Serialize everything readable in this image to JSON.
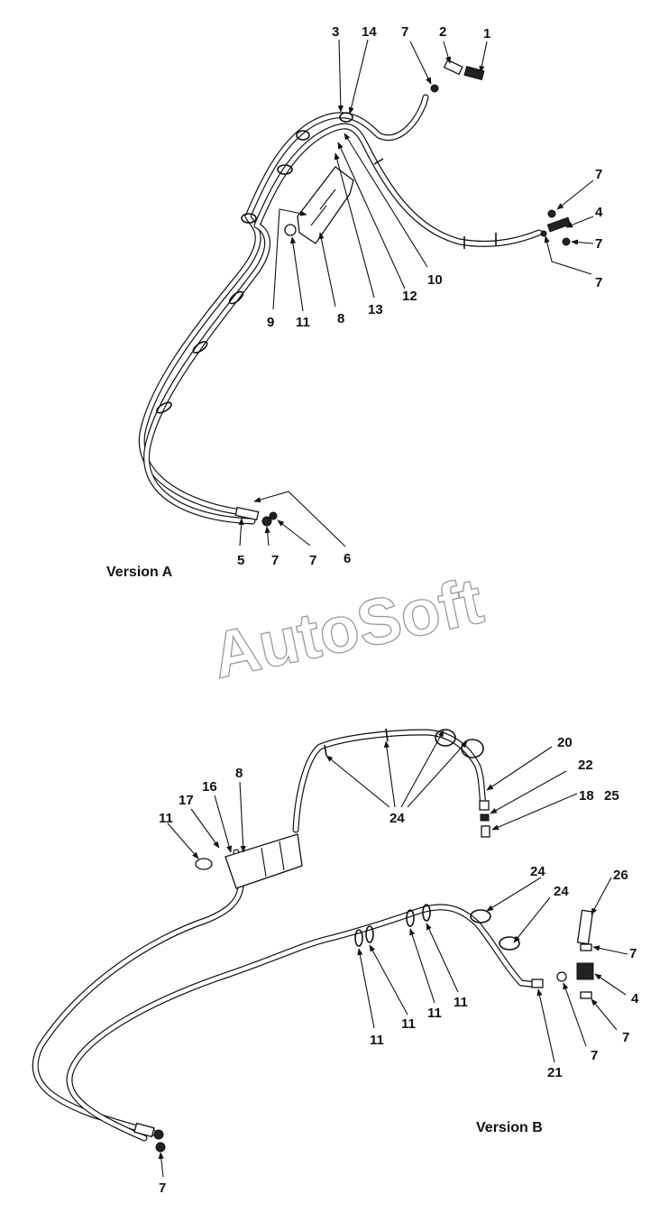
{
  "watermark": "AutoSoft",
  "version_a": {
    "label": "Version A",
    "callouts": [
      "1",
      "2",
      "7",
      "14",
      "3",
      "7",
      "4",
      "7",
      "7",
      "10",
      "12",
      "13",
      "8",
      "11",
      "9",
      "6",
      "5",
      "7",
      "7"
    ]
  },
  "version_b": {
    "label": "Version B",
    "callouts": [
      "8",
      "16",
      "17",
      "11",
      "20",
      "22",
      "18",
      "25",
      "24",
      "26",
      "24",
      "24",
      "7",
      "4",
      "7",
      "7",
      "21",
      "11",
      "11",
      "11",
      "11",
      "7"
    ]
  }
}
